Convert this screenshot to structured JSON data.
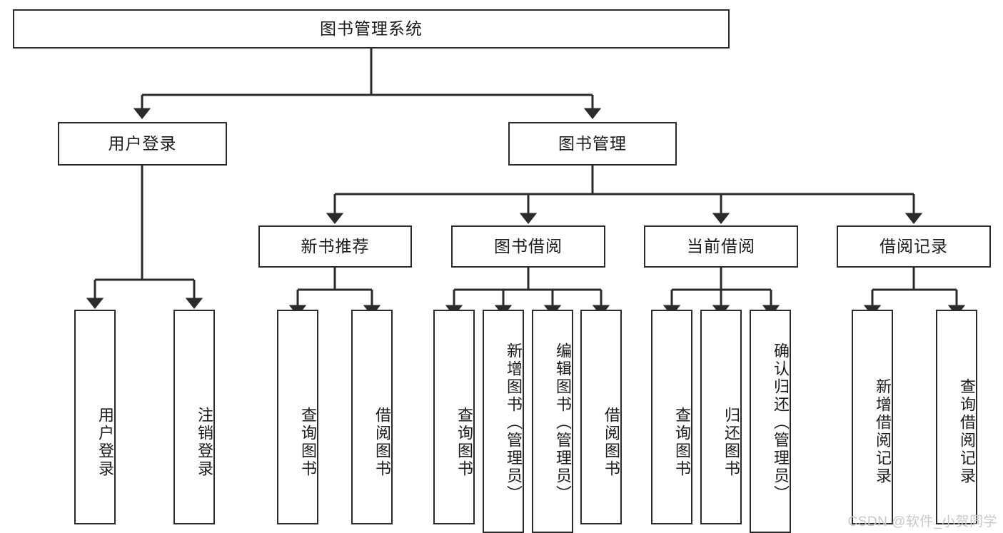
{
  "diagram": {
    "title": "图书管理系统",
    "type": "tree-hierarchy",
    "watermark": "CSDN @软件_小贺同学",
    "colors": {
      "stroke": "#2b2b2b",
      "fill": "#ffffff",
      "text": "#1b1b1b",
      "watermark": "#c9c9c9"
    }
  },
  "nodes": {
    "root": {
      "label": "图书管理系统"
    },
    "level2": [
      {
        "id": "user-login",
        "label": "用户登录"
      },
      {
        "id": "book-manage",
        "label": "图书管理"
      }
    ],
    "level3": [
      {
        "id": "new-book-rec",
        "label": "新书推荐"
      },
      {
        "id": "book-borrow",
        "label": "图书借阅"
      },
      {
        "id": "current-borrow",
        "label": "当前借阅"
      },
      {
        "id": "borrow-record",
        "label": "借阅记录"
      }
    ],
    "leaves": {
      "user_login": [
        {
          "id": "leaf-user-login",
          "label": "用户登录"
        },
        {
          "id": "leaf-logout",
          "label": "注销登录"
        }
      ],
      "new_book_rec": [
        {
          "id": "leaf-query-book-1",
          "label": "查询图书"
        },
        {
          "id": "leaf-borrow-book-1",
          "label": "借阅图书"
        }
      ],
      "book_borrow": [
        {
          "id": "leaf-query-book-2",
          "label": "查询图书"
        },
        {
          "id": "leaf-add-book",
          "label": "新增图书（管理员）"
        },
        {
          "id": "leaf-edit-book",
          "label": "编辑图书（管理员）"
        },
        {
          "id": "leaf-borrow-book-2",
          "label": "借阅图书"
        }
      ],
      "current_borrow": [
        {
          "id": "leaf-query-book-3",
          "label": "查询图书"
        },
        {
          "id": "leaf-return-book",
          "label": "归还图书"
        },
        {
          "id": "leaf-confirm-return",
          "label": "确认归还（管理员）"
        }
      ],
      "borrow_record": [
        {
          "id": "leaf-add-record",
          "label": "新增借阅记录"
        },
        {
          "id": "leaf-query-record",
          "label": "查询借阅记录"
        }
      ]
    }
  },
  "edges": [
    {
      "from": "图书管理系统",
      "to": "用户登录"
    },
    {
      "from": "图书管理系统",
      "to": "图书管理"
    },
    {
      "from": "用户登录",
      "to": "用户登录"
    },
    {
      "from": "用户登录",
      "to": "注销登录"
    },
    {
      "from": "图书管理",
      "to": "新书推荐"
    },
    {
      "from": "图书管理",
      "to": "图书借阅"
    },
    {
      "from": "图书管理",
      "to": "当前借阅"
    },
    {
      "from": "图书管理",
      "to": "借阅记录"
    },
    {
      "from": "新书推荐",
      "to": "查询图书"
    },
    {
      "from": "新书推荐",
      "to": "借阅图书"
    },
    {
      "from": "图书借阅",
      "to": "查询图书"
    },
    {
      "from": "图书借阅",
      "to": "新增图书（管理员）"
    },
    {
      "from": "图书借阅",
      "to": "编辑图书（管理员）"
    },
    {
      "from": "图书借阅",
      "to": "借阅图书"
    },
    {
      "from": "当前借阅",
      "to": "查询图书"
    },
    {
      "from": "当前借阅",
      "to": "归还图书"
    },
    {
      "from": "当前借阅",
      "to": "确认归还（管理员）"
    },
    {
      "from": "借阅记录",
      "to": "新增借阅记录"
    },
    {
      "from": "借阅记录",
      "to": "查询借阅记录"
    }
  ]
}
